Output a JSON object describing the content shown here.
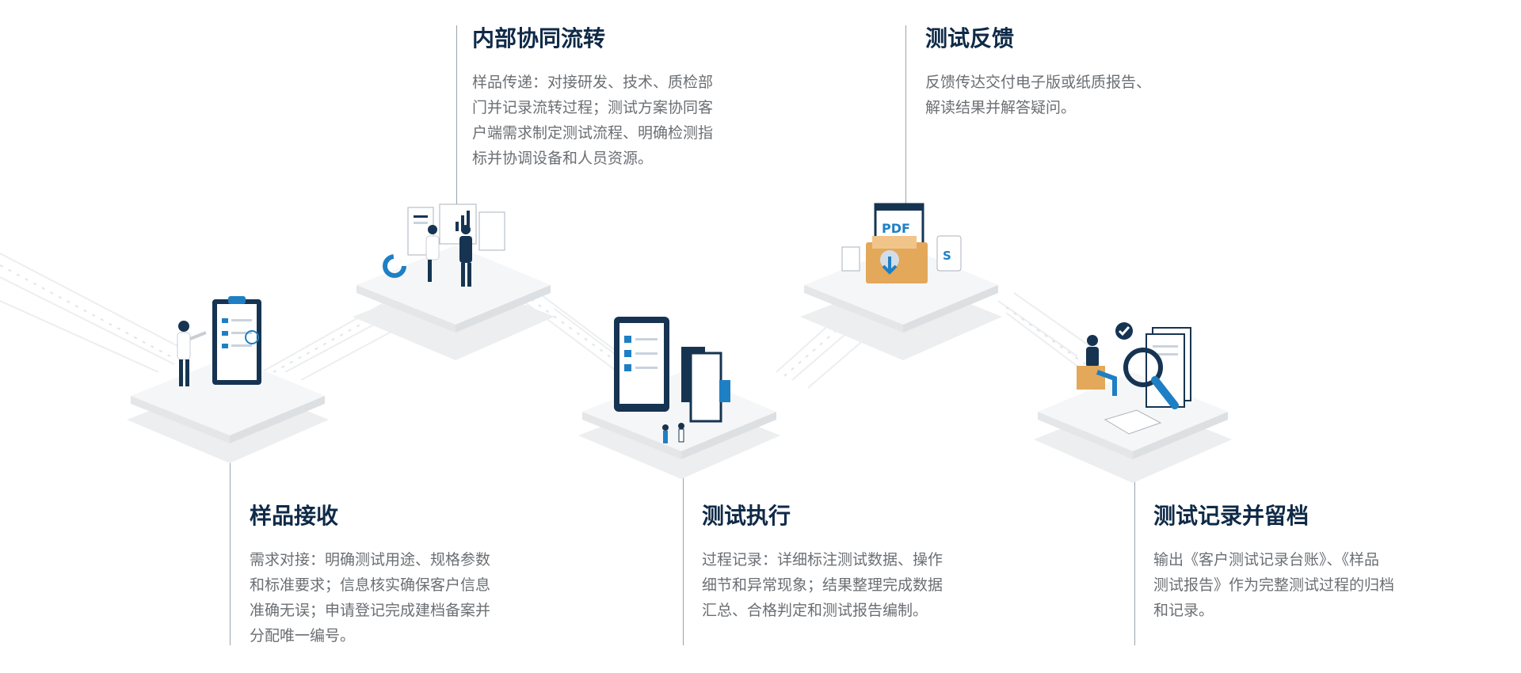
{
  "steps": [
    {
      "title": "样品接收",
      "lines": [
        "需求对接：明确测试用途、规格参数",
        "和标准要求；信息核实确保客户信息",
        "准确无误；申请登记完成建档备案并",
        "分配唯一编号。"
      ]
    },
    {
      "title": "内部协同流转",
      "lines": [
        "样品传递：对接研发、技术、质检部",
        "门并记录流转过程；测试方案协同客",
        "户端需求制定测试流程、明确检测指",
        "标并协调设备和人员资源。"
      ]
    },
    {
      "title": "测试执行",
      "lines": [
        "过程记录：详细标注测试数据、操作",
        "细节和异常现象；结果整理完成数据",
        "汇总、合格判定和测试报告编制。"
      ]
    },
    {
      "title": "测试反馈",
      "lines": [
        "反馈传达交付电子版或纸质报告、",
        "解读结果并解答疑问。"
      ]
    },
    {
      "title": "测试记录并留档",
      "lines": [
        "输出《客户测试记录台账》、《样品",
        "测试报告》作为完整测试过程的归档",
        "和记录。"
      ]
    }
  ],
  "icons": {
    "pdf_label": "PDF",
    "dollar_label": "S"
  },
  "colors": {
    "title": "#0f2a47",
    "text": "#6b6f73",
    "accent_blue": "#1f7fc4",
    "navy": "#163452",
    "platform": "#f2f3f4",
    "folder": "#e3a85a"
  }
}
